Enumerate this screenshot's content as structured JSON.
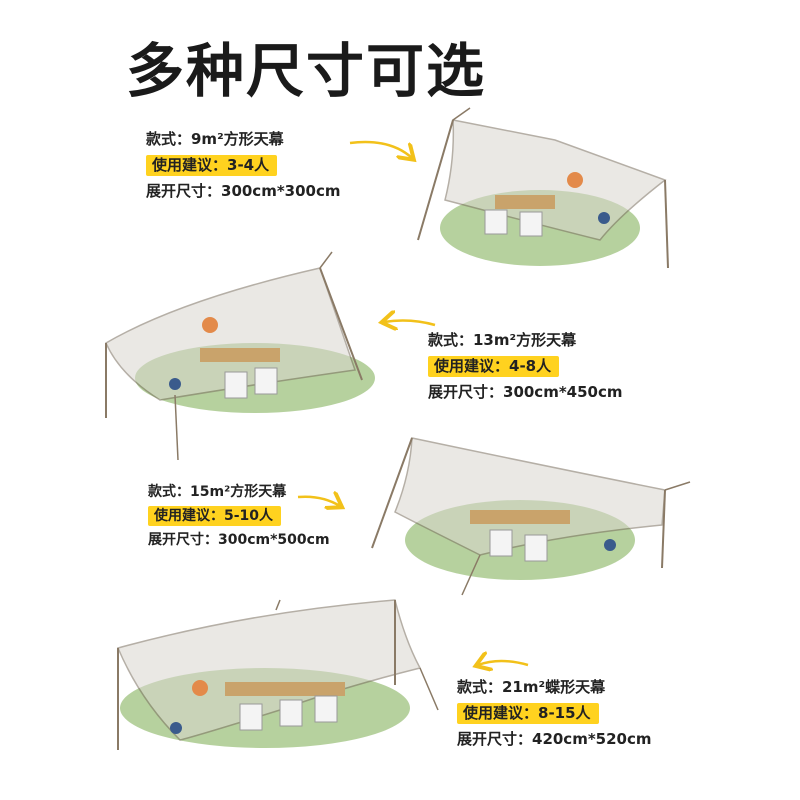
{
  "title": "多种尺寸可选",
  "colors": {
    "badge": "#ffd21f",
    "arrow": "#f2c11a",
    "grass": "#7aab4e",
    "pole": "#8a7a66",
    "tarp": "#d9d6cf"
  },
  "items": [
    {
      "style": "款式：9m²方形天幕",
      "suggest": "使用建议：3-4人",
      "size": "展开尺寸：300cm*300cm"
    },
    {
      "style": "款式：13m²方形天幕",
      "suggest": "使用建议：4-8人",
      "size": "展开尺寸：300cm*450cm"
    },
    {
      "style": "款式：15m²方形天幕",
      "suggest": "使用建议：5-10人",
      "size": "展开尺寸：300cm*500cm"
    },
    {
      "style": "款式：21m²蝶形天幕",
      "suggest": "使用建议：8-15人",
      "size": "展开尺寸：420cm*520cm"
    }
  ]
}
